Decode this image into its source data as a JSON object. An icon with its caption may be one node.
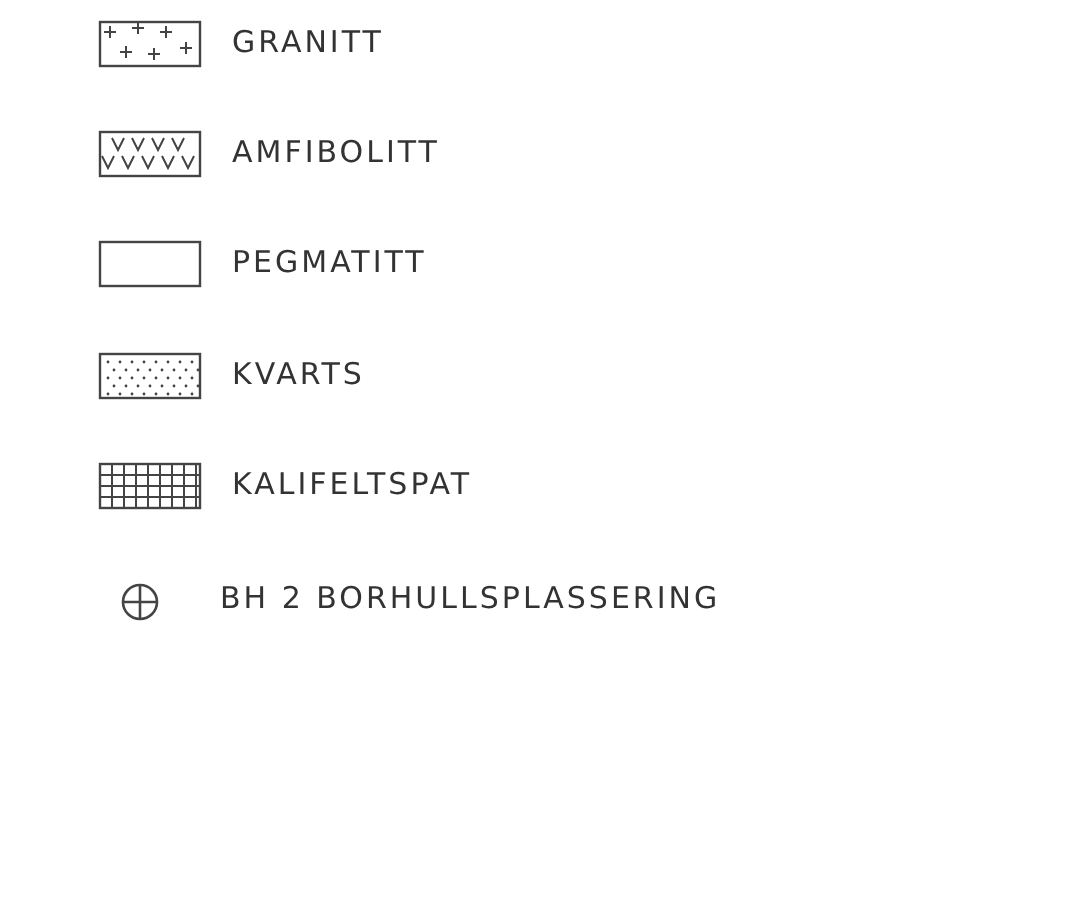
{
  "diagram": {
    "legend": [
      {
        "text": "GRANITT"
      },
      {
        "text": "AMFIBOLITT"
      },
      {
        "text": "PEGMATITT"
      },
      {
        "text": "KVARTS"
      },
      {
        "text": "KALIFELTSPAT"
      },
      {
        "text": "BH 2 BORHULLSPLASSERING"
      }
    ]
  }
}
